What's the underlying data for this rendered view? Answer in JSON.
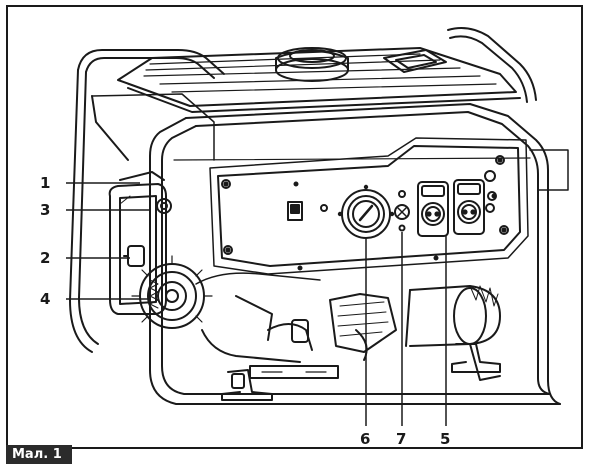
{
  "figure": {
    "caption": "Мал. 1",
    "callouts": [
      {
        "id": "1",
        "label": "1"
      },
      {
        "id": "3",
        "label": "3"
      },
      {
        "id": "2",
        "label": "2"
      },
      {
        "id": "4",
        "label": "4"
      },
      {
        "id": "6",
        "label": "6"
      },
      {
        "id": "7",
        "label": "7"
      },
      {
        "id": "5",
        "label": "5"
      }
    ],
    "colors": {
      "line": "#1a1a1a",
      "tab_background": "#2b2b2b",
      "tab_text": "#ffffff"
    }
  }
}
